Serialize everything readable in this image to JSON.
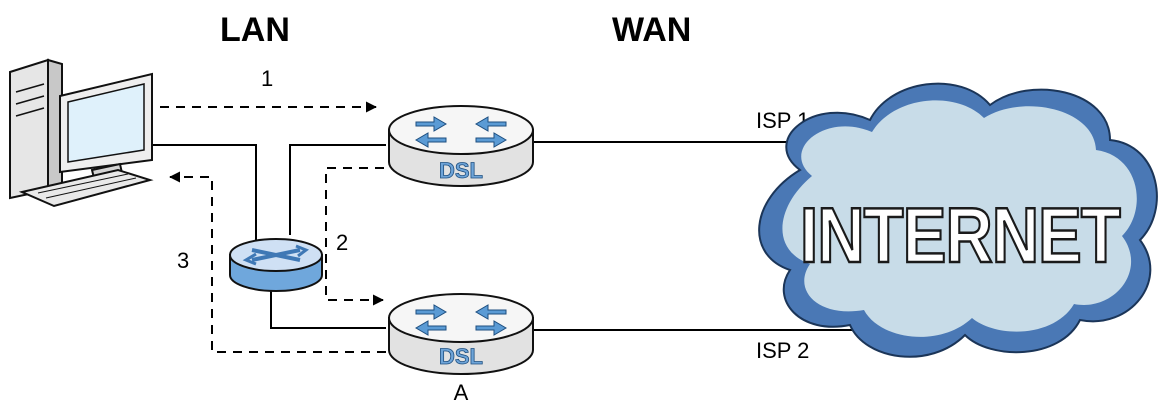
{
  "labels": {
    "lan": "LAN",
    "wan": "WAN",
    "path_1": "1",
    "path_2": "2",
    "path_3": "3",
    "isp_1": "ISP 1",
    "isp_2": "ISP 2",
    "router_a": "A",
    "cloud": "INTERNET",
    "dsl_top": "DSL",
    "dsl_bottom": "DSL"
  },
  "colors": {
    "router_body": "#e4e4e4",
    "router_top": "#f4f4f4",
    "router_arrows": "#5b9bd5",
    "switch_top": "#cfe0f4",
    "switch_side": "#6fa7dc",
    "cloud_outer": "#4a78b5",
    "cloud_inner": "#c8dce8",
    "monitor_screen": "#dff1fb"
  },
  "icons": [
    "computer-icon",
    "switch-icon",
    "dsl-router-icon",
    "internet-cloud-icon"
  ]
}
